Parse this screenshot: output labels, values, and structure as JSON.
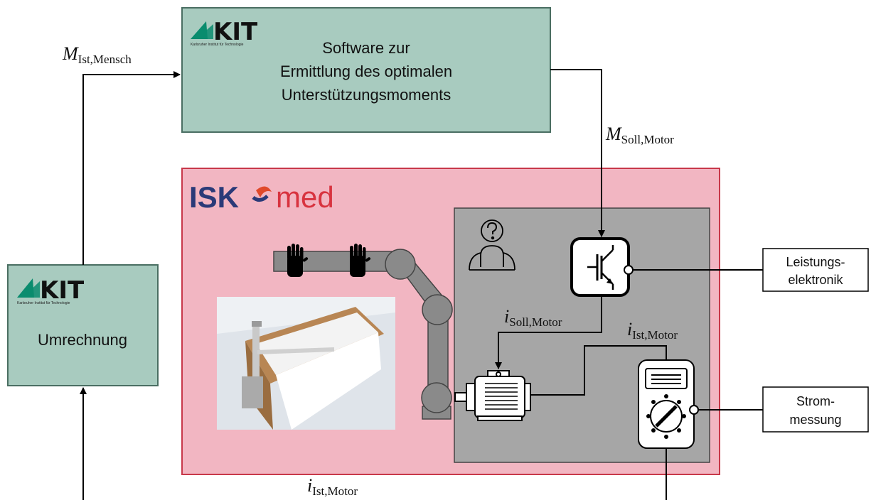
{
  "software_box": {
    "logo_text": "KIT",
    "logo_subtitle": "Karlsruher Institut für Technologie",
    "lines": [
      "Software zur",
      "Ermittlung  des optimalen",
      "Unterstützungsmoments"
    ]
  },
  "umrechnung_box": {
    "logo_text": "KIT",
    "logo_subtitle": "Karlsruher Institut für Technologie",
    "label": "Umrechnung"
  },
  "isko_logo": {
    "part1": "ISK",
    "part2": "med"
  },
  "leistung_box": {
    "lines": [
      "Leistungs-",
      "elektronik"
    ]
  },
  "strom_box": {
    "lines": [
      "Strom-",
      "messung"
    ]
  },
  "signals": {
    "m_ist_mensch": {
      "main": "M",
      "sub": "Ist,Mensch"
    },
    "m_soll_motor": {
      "main": "M",
      "sub": "Soll,Motor"
    },
    "i_soll_motor": {
      "main": "i",
      "sub": "Soll,Motor"
    },
    "i_ist_motor_top": {
      "main": "i",
      "sub": "Ist,Motor"
    },
    "i_ist_motor_bottom": {
      "main": "i",
      "sub": "Ist,Motor"
    }
  },
  "colors": {
    "kit_box_fill": "#a8cbbf",
    "kit_box_border": "#4a6e62",
    "isko_fill": "#f2b6c2",
    "isko_border": "#c8384a",
    "inner_fill": "#a6a6a6",
    "kit_green": "#0a8c6e"
  }
}
